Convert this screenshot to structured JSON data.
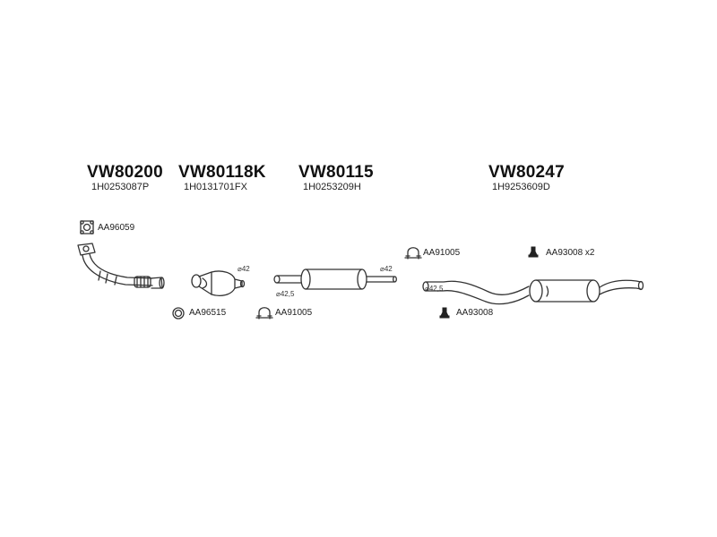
{
  "groups": [
    {
      "part_number": "VW80200",
      "oe_number": "1H0253087P"
    },
    {
      "part_number": "VW80118K",
      "oe_number": "1H0131701FX"
    },
    {
      "part_number": "VW80115",
      "oe_number": "1H0253209H"
    },
    {
      "part_number": "VW80247",
      "oe_number": "1H9253609D"
    }
  ],
  "accessories": {
    "gasket_square": "AA96059",
    "ring_gasket": "AA96515",
    "clamp_a": "AA91005",
    "clamp_b": "AA91005",
    "hanger_single": "AA93008",
    "hanger_double": "AA93008 x2"
  },
  "dimensions": {
    "cat_outlet": "⌀42",
    "mid_inlet": "⌀42,5",
    "mid_outlet": "⌀42",
    "rear_inlet": "⌀42,5"
  },
  "icons": [
    "square-gasket-icon",
    "ring-gasket-icon",
    "u-clamp-icon",
    "rubber-hanger-icon"
  ],
  "colors": {
    "line": "#333333",
    "text": "#111111"
  }
}
